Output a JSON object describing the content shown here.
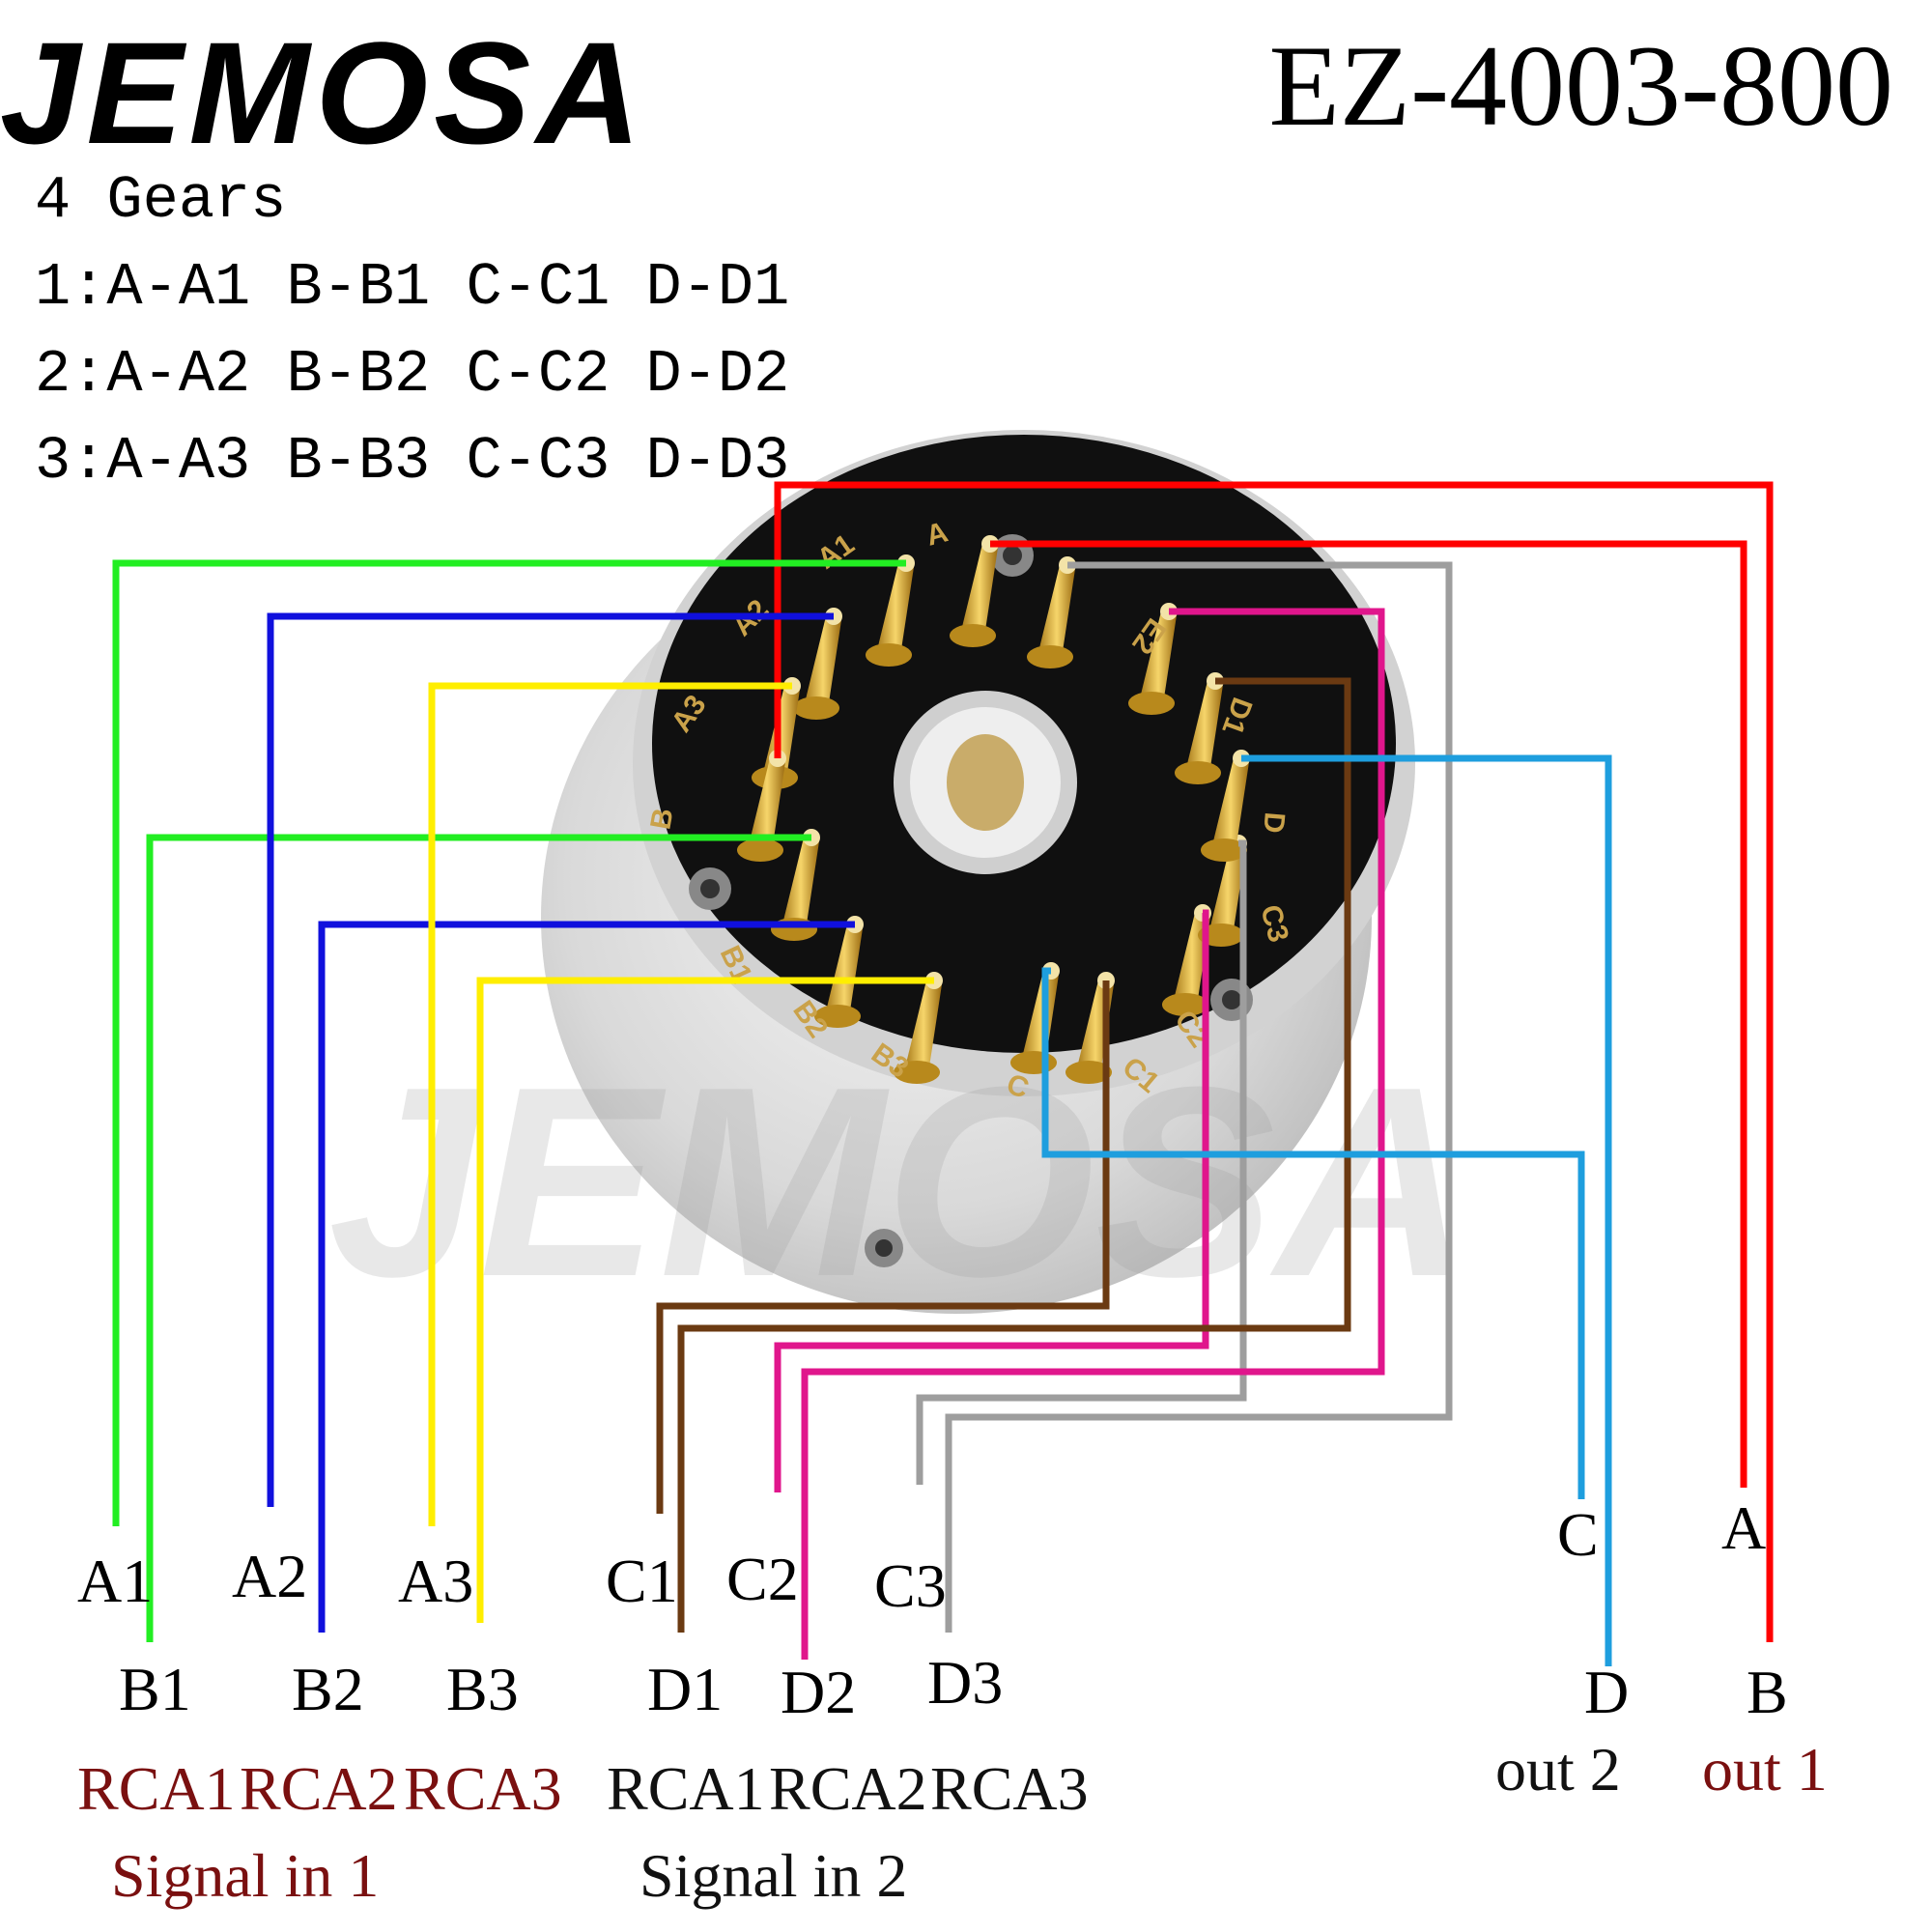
{
  "brand": "JEMOSA",
  "model": "EZ-4003-800",
  "watermark": "JEMOSA",
  "spec_lines": [
    "4 Gears",
    "1:A-A1 B-B1 C-C1 D-D1",
    "2:A-A2 B-B2 C-C2 D-D2",
    "3:A-A3 B-B3 C-C3 D-D3"
  ],
  "pin_labels": [
    "A1",
    "A2",
    "A3",
    "B",
    "B1",
    "B2",
    "B3",
    "C",
    "C1",
    "C2",
    "C3",
    "D",
    "D1",
    "E2",
    "A"
  ],
  "bottom_labels": {
    "a1": "A1",
    "a2": "A2",
    "a3": "A3",
    "b1": "B1",
    "b2": "B2",
    "b3": "B3",
    "c1": "C1",
    "c2": "C2",
    "c3": "C3",
    "d1": "D1",
    "d2": "D2",
    "d3": "D3",
    "c": "C",
    "a": "A",
    "d": "D",
    "b": "B"
  },
  "groups": {
    "signal1_rca": [
      "RCA1",
      "RCA2",
      "RCA3"
    ],
    "signal1_title": "Signal in 1",
    "signal2_rca": [
      "RCA1",
      "RCA2",
      "RCA3"
    ],
    "signal2_title": "Signal in 2",
    "out2": "out 2",
    "out1": "out 1"
  },
  "wire_colors": {
    "red": "#ff0000",
    "green": "#22ee22",
    "blue": "#1010dd",
    "yellow": "#ffee00",
    "brown": "#6b3a12",
    "magenta": "#e0168c",
    "grey": "#9e9e9e",
    "cyan": "#1e9ede"
  }
}
